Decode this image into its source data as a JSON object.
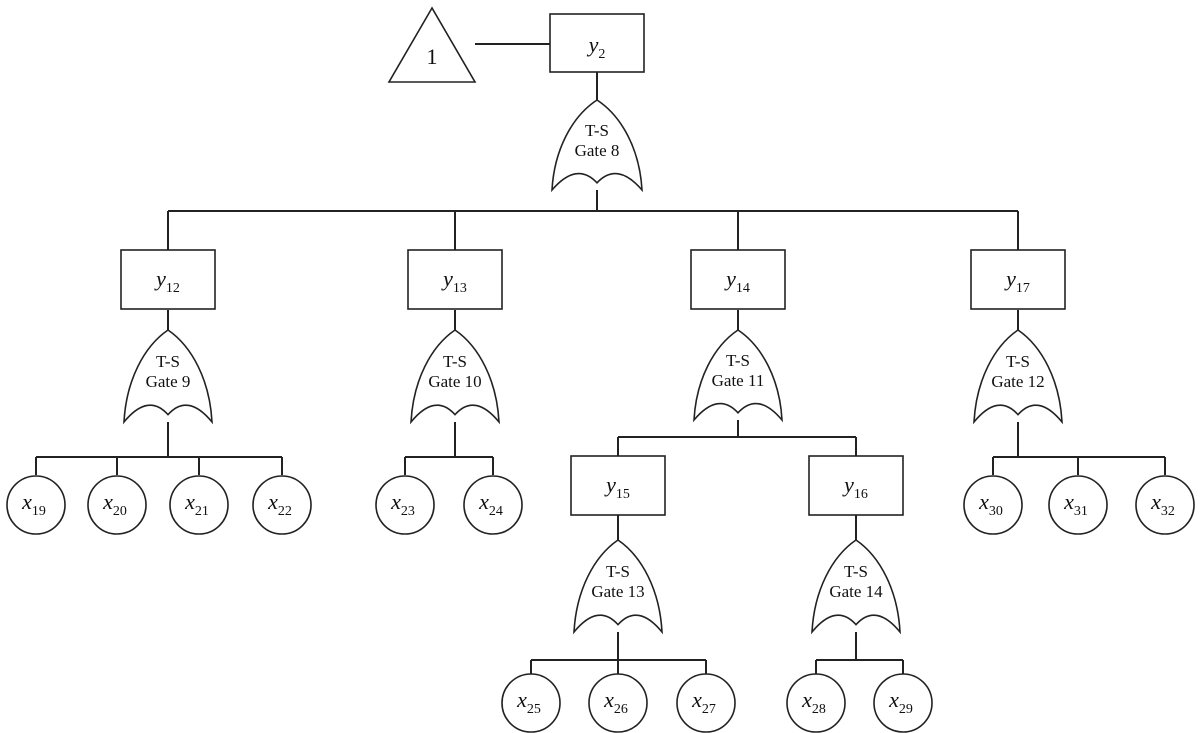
{
  "transfer": {
    "label": "1"
  },
  "top": {
    "var": "y",
    "sub": "2"
  },
  "gates": [
    {
      "l1": "T-S",
      "l2": "Gate 8"
    },
    {
      "l1": "T-S",
      "l2": "Gate 9"
    },
    {
      "l1": "T-S",
      "l2": "Gate 10"
    },
    {
      "l1": "T-S",
      "l2": "Gate 11"
    },
    {
      "l1": "T-S",
      "l2": "Gate 12"
    },
    {
      "l1": "T-S",
      "l2": "Gate 13"
    },
    {
      "l1": "T-S",
      "l2": "Gate 14"
    }
  ],
  "events": [
    {
      "var": "y",
      "sub": "12"
    },
    {
      "var": "y",
      "sub": "13"
    },
    {
      "var": "y",
      "sub": "14"
    },
    {
      "var": "y",
      "sub": "17"
    },
    {
      "var": "y",
      "sub": "15"
    },
    {
      "var": "y",
      "sub": "16"
    }
  ],
  "basics": [
    {
      "var": "x",
      "sub": "19"
    },
    {
      "var": "x",
      "sub": "20"
    },
    {
      "var": "x",
      "sub": "21"
    },
    {
      "var": "x",
      "sub": "22"
    },
    {
      "var": "x",
      "sub": "23"
    },
    {
      "var": "x",
      "sub": "24"
    },
    {
      "var": "x",
      "sub": "30"
    },
    {
      "var": "x",
      "sub": "31"
    },
    {
      "var": "x",
      "sub": "32"
    },
    {
      "var": "x",
      "sub": "25"
    },
    {
      "var": "x",
      "sub": "26"
    },
    {
      "var": "x",
      "sub": "27"
    },
    {
      "var": "x",
      "sub": "28"
    },
    {
      "var": "x",
      "sub": "29"
    }
  ]
}
